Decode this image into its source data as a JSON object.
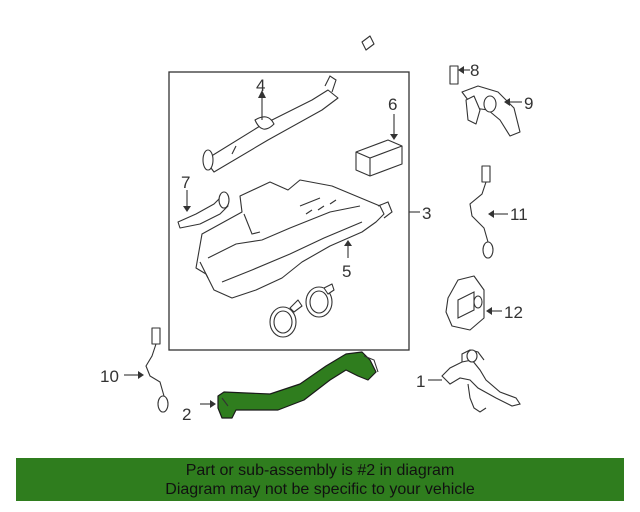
{
  "callouts": {
    "c1": "1",
    "c2": "2",
    "c3": "3",
    "c4": "4",
    "c5": "5",
    "c6": "6",
    "c7": "7",
    "c8": "8",
    "c9": "9",
    "c10": "10",
    "c11": "11",
    "c12": "12"
  },
  "highlighted_part": "2",
  "banner": {
    "line1": "Part or sub-assembly is #2 in diagram",
    "line2": "Diagram may not be specific to your vehicle"
  },
  "colors": {
    "highlight": "#2f7d1e",
    "linework": "#333333"
  }
}
